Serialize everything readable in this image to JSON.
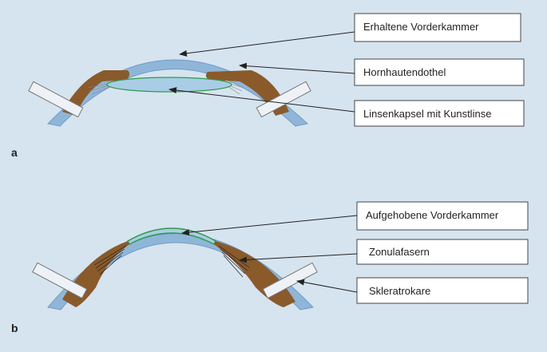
{
  "colors": {
    "background": "#d6e4ef",
    "cornea": "#8fb6d8",
    "iris": "#8a5a2b",
    "lens": "#a9cde6",
    "endothelium": "#2e9a4a"
  },
  "panel_a": {
    "label": "a",
    "callouts": [
      {
        "text": "Erhaltene Vorderkammer"
      },
      {
        "text": "Hornhautendothel"
      },
      {
        "text": "Linsenkapsel mit Kunstlinse"
      }
    ]
  },
  "panel_b": {
    "label": "b",
    "callouts": [
      {
        "text": "Aufgehobene Vorderkammer"
      },
      {
        "text": "Zonulafasern"
      },
      {
        "text": "Skleratrokare"
      }
    ]
  }
}
